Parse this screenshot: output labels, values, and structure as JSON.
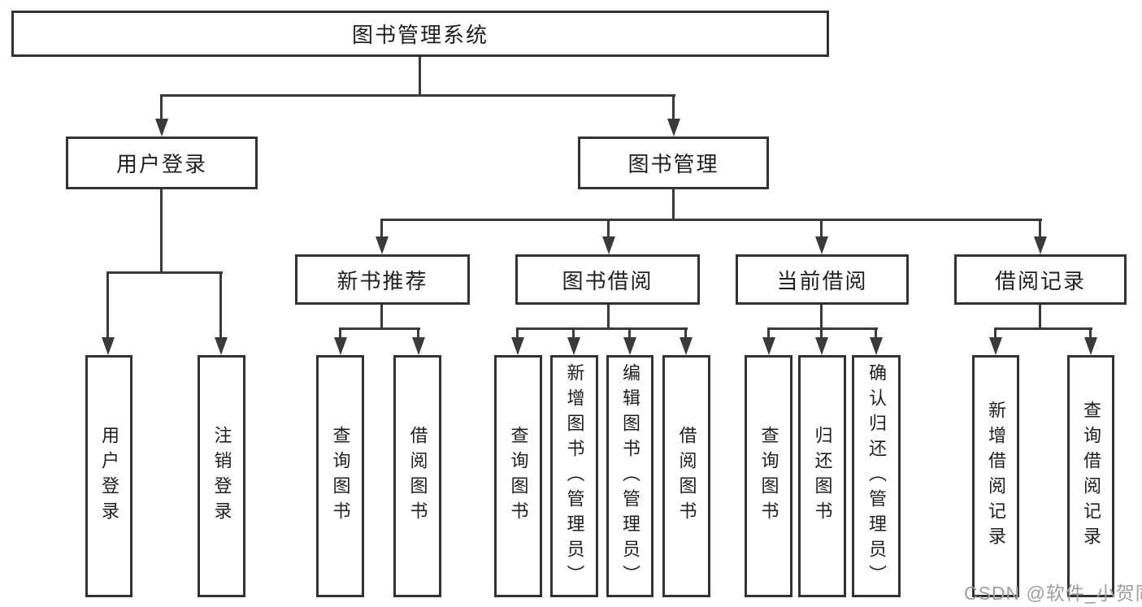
{
  "diagram": {
    "title": "图书管理系统",
    "root": "图书管理系统",
    "branches": {
      "user": {
        "label": "用户登录",
        "children": [
          "用户登录",
          "注销登录"
        ]
      },
      "book": {
        "label": "图书管理",
        "groups": [
          {
            "label": "新书推荐",
            "children": [
              "查询图书",
              "借阅图书"
            ]
          },
          {
            "label": "图书借阅",
            "children": [
              "查询图书",
              "新增图书（管理员）",
              "编辑图书（管理员）",
              "借阅图书"
            ]
          },
          {
            "label": "当前借阅",
            "children": [
              "查询图书",
              "归还图书",
              "确认归还（管理员）"
            ]
          },
          {
            "label": "借阅记录",
            "children": [
              "新增借阅记录",
              "查询借阅记录"
            ]
          }
        ]
      }
    }
  },
  "watermark": "CSDN @软件_小贺同学",
  "colors": {
    "line": "#3a3a3a",
    "border": "#323232",
    "text": "#1f1f1f",
    "watermark": "#9e9e9e",
    "background": "#ffffff"
  }
}
